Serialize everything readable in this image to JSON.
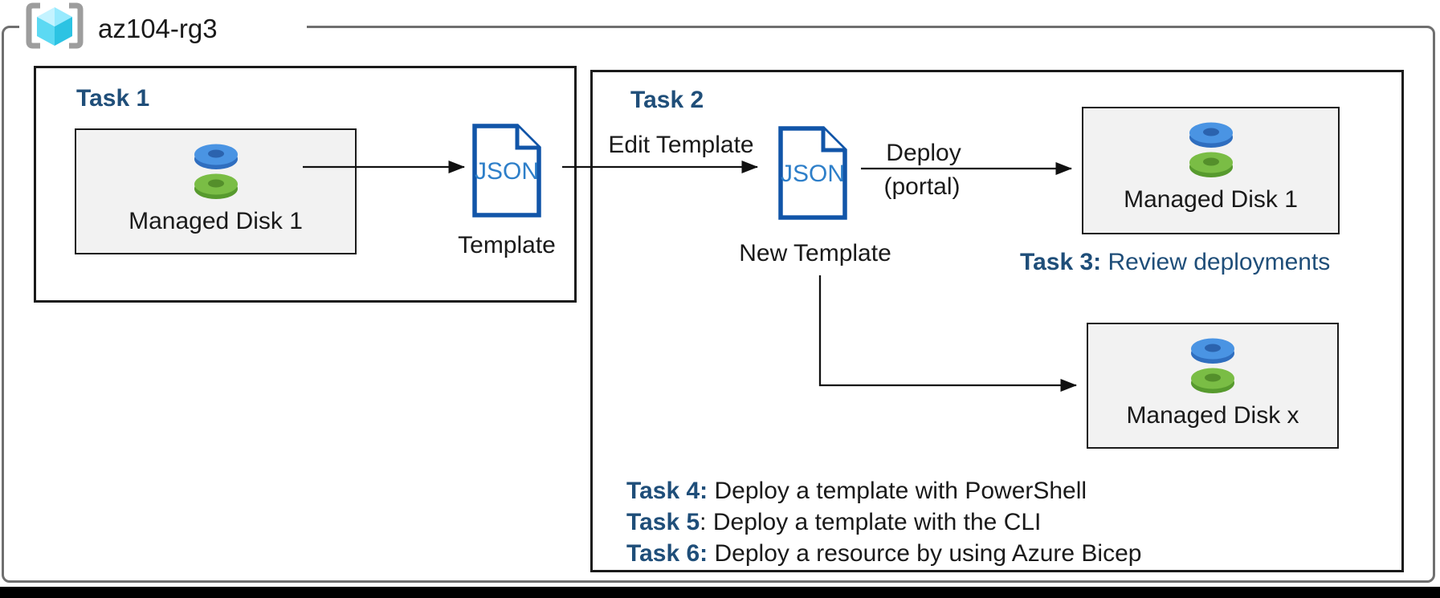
{
  "colors": {
    "heading_blue": "#1F4E79",
    "json_icon_border": "#1155A8",
    "json_icon_text": "#2E7FC9",
    "disk_box_fill": "#F2F2F2",
    "resource_group_outline": "#6F6F6F",
    "arrow_black": "#111111",
    "disk_blue": "#4A94E3",
    "disk_green": "#7ABD45",
    "cube_cyan": "#55D7F2",
    "bracket_gray": "#9D9D9D"
  },
  "resource_group": {
    "label": "az104-rg3"
  },
  "task1": {
    "title": "Task 1",
    "disk_box": {
      "label": "Managed Disk 1"
    },
    "template": {
      "file_label": "JSON",
      "caption": "Template"
    }
  },
  "task2": {
    "title": "Task 2",
    "edit_arrow_label": "Edit Template",
    "template": {
      "file_label": "JSON",
      "caption": "New Template"
    },
    "deploy_label_line1": "Deploy",
    "deploy_label_line2": "(portal)",
    "disk_box_top": {
      "label": "Managed Disk 1"
    },
    "disk_box_bottom": {
      "label": "Managed Disk x"
    },
    "task3": {
      "prefix": "Task 3:",
      "text": " Review deployments"
    },
    "task_list": [
      {
        "prefix": "Task 4:",
        "text": " Deploy a template with PowerShell"
      },
      {
        "prefix": "Task 5",
        "text": ": Deploy a template with the CLI"
      },
      {
        "prefix": "Task 6:",
        "text": " Deploy a resource by using Azure Bicep"
      }
    ]
  }
}
